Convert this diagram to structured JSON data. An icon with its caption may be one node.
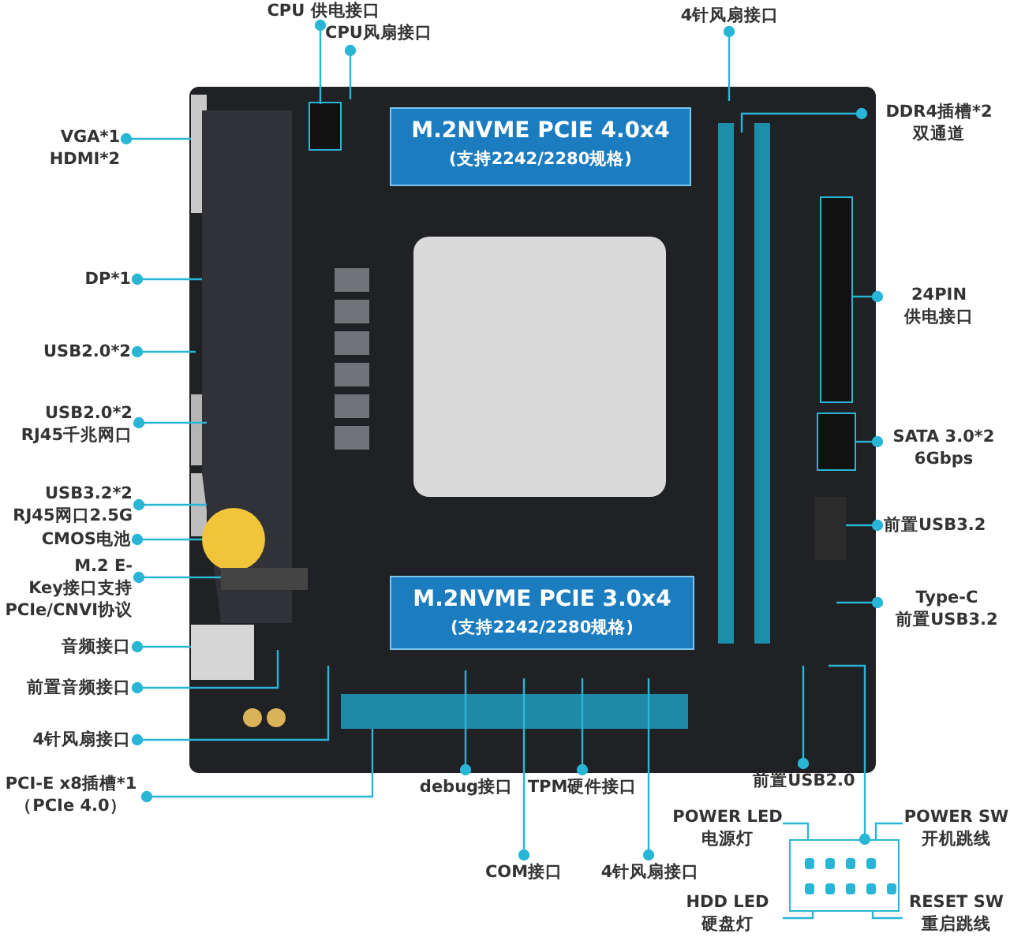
{
  "diagram": {
    "nodes": [
      {
        "text": [],
        "shape": "picture"
      },
      {
        "text": [
          "M.2NVME PCIE 4.0x4",
          "(支持2242/2280规格)"
        ],
        "in": 0
      },
      {
        "text": [
          "M.2NVME PCIE 3.0x4",
          "(支持2242/2280规格)"
        ],
        "in": 0
      },
      {
        "text": [
          "CPU 供电接口"
        ]
      },
      {
        "text": [
          "CPU风扇接口"
        ]
      },
      {
        "text": [
          "4针风扇接口"
        ]
      },
      {
        "text": [
          "VGA*1 HDMI*2"
        ]
      },
      {
        "text": [
          "DDR4插槽*2 双通道"
        ]
      },
      {
        "text": [
          "DP*1"
        ]
      },
      {
        "text": [
          "24PIN 供电接口"
        ]
      },
      {
        "text": [
          "USB2.0*2"
        ]
      },
      {
        "text": [
          "USB2.0*2 RJ45千兆网口"
        ]
      },
      {
        "text": [
          "SATA 3.0*2 6Gbps"
        ]
      },
      {
        "text": [
          "USB3.2*2 RJ45网口2.5G"
        ]
      },
      {
        "text": [
          "前置USB3.2"
        ]
      },
      {
        "text": [
          "CMOS电池"
        ]
      },
      {
        "text": [
          "M.2 E-Key接口支持 PCIe/CNVI协议"
        ]
      },
      {
        "text": [
          "Type-C 前置USB3.2"
        ]
      },
      {
        "text": [
          "音频接口"
        ]
      },
      {
        "text": [
          "前置音频接口"
        ]
      },
      {
        "text": [
          "4针风扇接口"
        ]
      },
      {
        "text": [
          "PCI-E x8插槽*1 （PCIe 4.0）"
        ]
      },
      {
        "text": [
          "前置USB2.0"
        ]
      },
      {
        "text": [
          "debug接口"
        ]
      },
      {
        "text": [
          "TPM硬件接口"
        ]
      },
      {
        "text": [
          "COM接口"
        ]
      },
      {
        "text": [
          "4针风扇接口"
        ]
      },
      {
        "text": [
          "POWER LED 电源灯"
        ]
      },
      {
        "text": [
          "POWER SW 开机跳线"
        ]
      },
      {
        "text": [],
        "shape": "box"
      },
      {
        "text": [
          "HDD LED 硬盘灯"
        ]
      },
      {
        "text": [
          "RESET SW 重启跳线"
        ]
      }
    ],
    "edges": [
      {
        "from": 3,
        "to": 0,
        "arrow": "other"
      },
      {
        "from": 4,
        "to": 0,
        "arrow": "other"
      },
      {
        "from": 5,
        "to": 0,
        "arrow": "other"
      },
      {
        "from": 6,
        "to": 0,
        "arrow": "other"
      },
      {
        "from": 7,
        "to": 0,
        "arrow": "other"
      },
      {
        "from": 8,
        "to": 0,
        "arrow": "other"
      },
      {
        "from": 9,
        "to": 0,
        "arrow": "other"
      },
      {
        "from": 10,
        "to": 0,
        "arrow": "other"
      },
      {
        "from": 11,
        "to": 0,
        "arrow": "other"
      },
      {
        "from": 12,
        "to": 0,
        "arrow": "other"
      },
      {
        "from": 13,
        "to": 0,
        "arrow": "other"
      },
      {
        "from": 14,
        "to": 0,
        "arrow": "other"
      },
      {
        "from": 15,
        "to": 0,
        "arrow": "other"
      },
      {
        "from": 16,
        "to": 0,
        "arrow": "other"
      },
      {
        "from": 17,
        "to": 0,
        "arrow": "other"
      },
      {
        "from": 18,
        "to": 0,
        "arrow": "other"
      },
      {
        "from": 19,
        "to": 0,
        "arrow": "other"
      },
      {
        "from": 20,
        "to": 0,
        "arrow": "other"
      },
      {
        "from": 21,
        "to": 0,
        "arrow": "other"
      },
      {
        "from": 22,
        "to": 0,
        "arrow": "other"
      },
      {
        "from": 23,
        "to": 0,
        "arrow": "other"
      },
      {
        "from": 24,
        "to": 0,
        "arrow": "other"
      },
      {
        "from": 25,
        "to": 0,
        "arrow": "other"
      },
      {
        "from": 26,
        "to": 0,
        "arrow": "other"
      },
      {
        "from": 27,
        "to": 29,
        "arrow": "none"
      },
      {
        "from": 28,
        "to": 29,
        "arrow": "none"
      },
      {
        "from": 29,
        "to": 0,
        "arrow": "other"
      },
      {
        "from": 30,
        "to": 29,
        "arrow": "none"
      },
      {
        "from": 31,
        "to": 29,
        "arrow": "none"
      }
    ]
  }
}
